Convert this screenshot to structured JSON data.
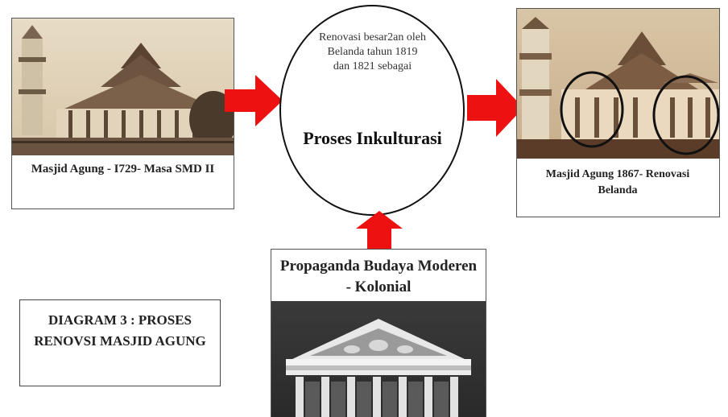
{
  "left_panel": {
    "caption": "Masjid Agung - I729- Masa SMD II"
  },
  "center": {
    "body_text": "Renovasi besar2an oleh Belanda tahun 1819 dan 1821 sebagai",
    "title": "Proses Inkulturasi"
  },
  "right_panel": {
    "caption": "Masjid Agung 1867- Renovasi Belanda"
  },
  "bottom_panel": {
    "caption": "Propaganda Budaya Moderen - Kolonial"
  },
  "diagram_label": "DIAGRAM 3 : PROSES RENOVSI MASJID AGUNG",
  "colors": {
    "arrow": "#ee1111",
    "sepia_dark": "#6b4a32",
    "sepia_light": "#c9ad8a"
  }
}
